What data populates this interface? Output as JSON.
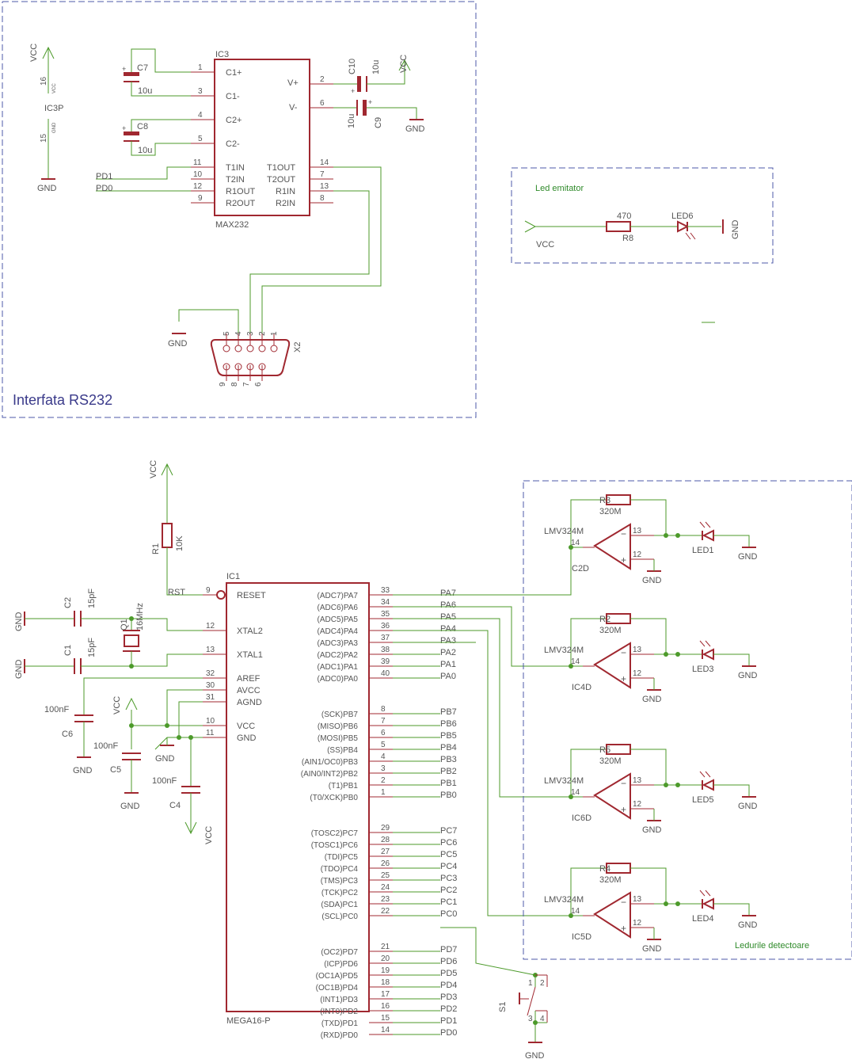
{
  "rs232": {
    "frame_title": "Interfata RS232",
    "vcc": "VCC",
    "gnd": "GND",
    "ic3p": {
      "ref": "IC3P",
      "vcc_pin": "16",
      "gnd_pin": "15",
      "vcc_small": "VCC",
      "gnd_small": "GND"
    },
    "ic3": {
      "ref": "IC3",
      "value": "MAX232",
      "pins": {
        "c1p": "C1+",
        "c1m": "C1-",
        "c2p": "C2+",
        "c2m": "C2-",
        "t1in": "T1IN",
        "t2in": "T2IN",
        "r1out": "R1OUT",
        "r2out": "R2OUT",
        "vp": "V+",
        "vm": "V-",
        "t1out": "T1OUT",
        "t2out": "T2OUT",
        "r1in": "R1IN",
        "r2in": "R2IN"
      },
      "nums": {
        "1": "1",
        "3": "3",
        "4": "4",
        "5": "5",
        "11": "11",
        "10": "10",
        "12": "12",
        "9": "9",
        "2": "2",
        "6": "6",
        "14": "14",
        "7": "7",
        "13": "13",
        "8": "8"
      }
    },
    "c7": {
      "ref": "C7",
      "value": "10u"
    },
    "c8": {
      "ref": "C8",
      "value": "10u"
    },
    "c10": {
      "ref": "C10",
      "value": "10u"
    },
    "c9": {
      "ref": "C9",
      "value": "10u"
    },
    "pd1": "PD1",
    "pd0": "PD0",
    "x2": {
      "ref": "X2",
      "top": [
        "5",
        "4",
        "3",
        "2",
        "1"
      ],
      "bottom": [
        "9",
        "8",
        "7",
        "6"
      ]
    }
  },
  "led_emitter": {
    "frame_title": "Led emitator",
    "vcc": "VCC",
    "r8": {
      "ref": "R8",
      "value": "470"
    },
    "led6": {
      "ref": "LED6"
    },
    "gnd": "GND"
  },
  "main": {
    "vcc": "VCC",
    "gnd": "GND",
    "r1": {
      "ref": "R1",
      "value": "10K"
    },
    "rst": "RST",
    "ic1": {
      "ref": "IC1",
      "value": "MEGA16-P",
      "left_pins": [
        [
          "RESET",
          "9"
        ],
        [
          "XTAL2",
          "12"
        ],
        [
          "XTAL1",
          "13"
        ],
        [
          "AREF",
          "32"
        ],
        [
          "AVCC",
          "30"
        ],
        [
          "AGND",
          "31"
        ],
        [
          "VCC",
          "10"
        ],
        [
          "GND",
          "11"
        ]
      ],
      "right_pins": [
        [
          "(ADC7)PA7",
          "33",
          "PA7"
        ],
        [
          "(ADC6)PA6",
          "34",
          "PA6"
        ],
        [
          "(ADC5)PA5",
          "35",
          "PA5"
        ],
        [
          "(ADC4)PA4",
          "36",
          "PA4"
        ],
        [
          "(ADC3)PA3",
          "37",
          "PA3"
        ],
        [
          "(ADC2)PA2",
          "38",
          "PA2"
        ],
        [
          "(ADC1)PA1",
          "39",
          "PA1"
        ],
        [
          "(ADC0)PA0",
          "40",
          "PA0"
        ],
        [
          "(SCK)PB7",
          "8",
          "PB7"
        ],
        [
          "(MISO)PB6",
          "7",
          "PB6"
        ],
        [
          "(MOSI)PB5",
          "6",
          "PB5"
        ],
        [
          "(SS)PB4",
          "5",
          "PB4"
        ],
        [
          "(AIN1/OC0)PB3",
          "4",
          "PB3"
        ],
        [
          "(AIN0/INT2)PB2",
          "3",
          "PB2"
        ],
        [
          "(T1)PB1",
          "2",
          "PB1"
        ],
        [
          "(T0/XCK)PB0",
          "1",
          "PB0"
        ],
        [
          "(TOSC2)PC7",
          "29",
          "PC7"
        ],
        [
          "(TOSC1)PC6",
          "28",
          "PC6"
        ],
        [
          "(TDI)PC5",
          "27",
          "PC5"
        ],
        [
          "(TDO)PC4",
          "26",
          "PC4"
        ],
        [
          "(TMS)PC3",
          "25",
          "PC3"
        ],
        [
          "(TCK)PC2",
          "24",
          "PC2"
        ],
        [
          "(SDA)PC1",
          "23",
          "PC1"
        ],
        [
          "(SCL)PC0",
          "22",
          "PC0"
        ],
        [
          "(OC2)PD7",
          "21",
          "PD7"
        ],
        [
          "(ICP)PD6",
          "20",
          "PD6"
        ],
        [
          "(OC1A)PD5",
          "19",
          "PD5"
        ],
        [
          "(OC1B)PD4",
          "18",
          "PD4"
        ],
        [
          "(INT1)PD3",
          "17",
          "PD3"
        ],
        [
          "(INT0)PD2",
          "16",
          "PD2"
        ],
        [
          "(TXD)PD1",
          "15",
          "PD1"
        ],
        [
          "(RXD)PD0",
          "14",
          "PD0"
        ]
      ]
    },
    "c2": {
      "ref": "C2",
      "value": "15pF"
    },
    "c1": {
      "ref": "C1",
      "value": "15pF"
    },
    "q1": {
      "ref": "Q1",
      "value": "16MHz"
    },
    "c6": {
      "ref": "C6",
      "value": "100nF"
    },
    "c5": {
      "ref": "C5",
      "value": "100nF"
    },
    "c4": {
      "ref": "C4",
      "value": "100nF"
    },
    "s1": {
      "ref": "S1",
      "pins": [
        "1",
        "2",
        "3",
        "4"
      ]
    }
  },
  "detectors": {
    "frame_title": "Ledurile detectoare",
    "opamp_value": "LMV324M",
    "resistor_value": "320M",
    "stages": [
      {
        "r": "R3",
        "ic": "C2D",
        "led": "LED1",
        "p_out": "13",
        "p_in": "14",
        "p_gnd": "12"
      },
      {
        "r": "R2",
        "ic": "IC4D",
        "led": "LED3",
        "p_out": "13",
        "p_in": "14",
        "p_gnd": "12"
      },
      {
        "r": "R5",
        "ic": "IC6D",
        "led": "LED5",
        "p_out": "13",
        "p_in": "14",
        "p_gnd": "12"
      },
      {
        "r": "R4",
        "ic": "IC5D",
        "led": "LED4",
        "p_out": "13",
        "p_in": "14",
        "p_gnd": "12"
      }
    ],
    "gnd": "GND"
  }
}
